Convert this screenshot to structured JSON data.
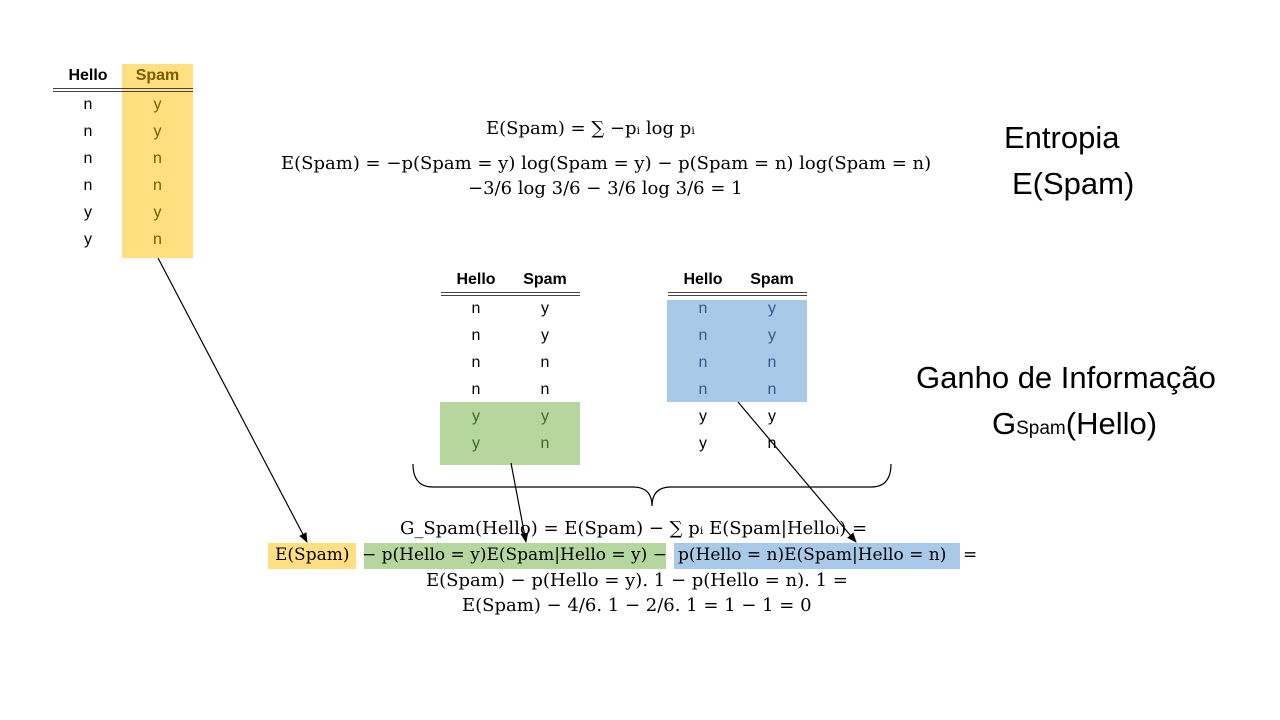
{
  "colors": {
    "yellow": "#ffdf7f",
    "green": "#b5d79d",
    "blue": "#a9c9e9"
  },
  "table_top": {
    "headers": [
      "Hello",
      "Spam"
    ],
    "hello": [
      "n",
      "n",
      "n",
      "n",
      "y",
      "y"
    ],
    "spam": [
      "y",
      "y",
      "n",
      "n",
      "y",
      "n"
    ]
  },
  "table_mid": {
    "headers": [
      "Hello",
      "Spam"
    ],
    "hello": [
      "n",
      "n",
      "n",
      "n",
      "y",
      "y"
    ],
    "spam": [
      "y",
      "y",
      "n",
      "n",
      "y",
      "n"
    ]
  },
  "table_right": {
    "headers": [
      "Hello",
      "Spam"
    ],
    "hello": [
      "n",
      "n",
      "n",
      "n",
      "y",
      "y"
    ],
    "spam": [
      "y",
      "y",
      "n",
      "n",
      "y",
      "n"
    ]
  },
  "entropy": {
    "line1": "E(Spam) = ∑ −pᵢ log pᵢ",
    "line2": "E(Spam) = −p(Spam = y) log(Spam = y) − p(Spam = n) log(Spam = n)",
    "line3": "−3/6 log 3/6 − 3/6 log 3/6 = 1"
  },
  "gain": {
    "line1": "G_Spam(Hello) = E(Spam) − ∑ pᵢ E(Spam|Helloᵢ) =",
    "line2_yellow": "E(Spam)",
    "line2_green": "− p(Hello = y)E(Spam|Hello = y) −",
    "line2_blue": "p(Hello = n)E(Spam|Hello = n)",
    "line2_end": "=",
    "line3": "E(Spam) − p(Hello = y). 1 − p(Hello = n). 1 =",
    "line4": "E(Spam) − 4/6. 1 − 2/6. 1 = 1 − 1 = 0"
  },
  "labels": {
    "entropia": "Entropia",
    "entropia_sub": "E(Spam)",
    "ganho": "Ganho de Informação",
    "ganho_g": "G",
    "ganho_sub": "Spam",
    "ganho_hello": "(Hello)"
  }
}
